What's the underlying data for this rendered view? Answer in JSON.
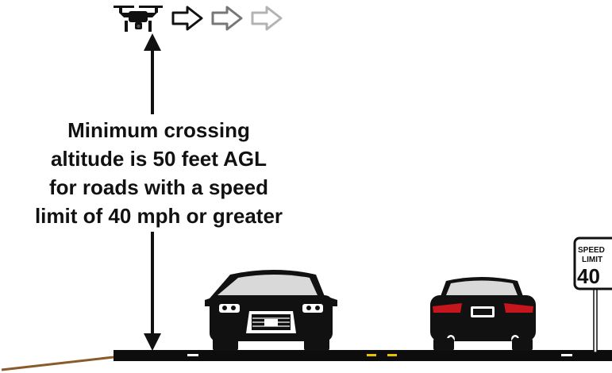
{
  "caption": {
    "line1": "Minimum crossing",
    "line2": "altitude is 50 feet AGL",
    "line3": "for roads with a speed",
    "line4": "limit of 40 mph or greater"
  },
  "speed_sign": {
    "line1": "SPEED",
    "line2": "LIMIT",
    "value": "40"
  },
  "colors": {
    "ink": "#111111",
    "road": "#0d0d0d",
    "center_line": "#e8c200",
    "tail_light": "#c4161c",
    "dirt_edge": "#8b5a2b"
  },
  "icons": [
    "drone-icon",
    "direction-arrow-icon",
    "altitude-arrow-icon",
    "car-front-icon",
    "car-rear-icon",
    "speed-limit-sign-icon"
  ]
}
